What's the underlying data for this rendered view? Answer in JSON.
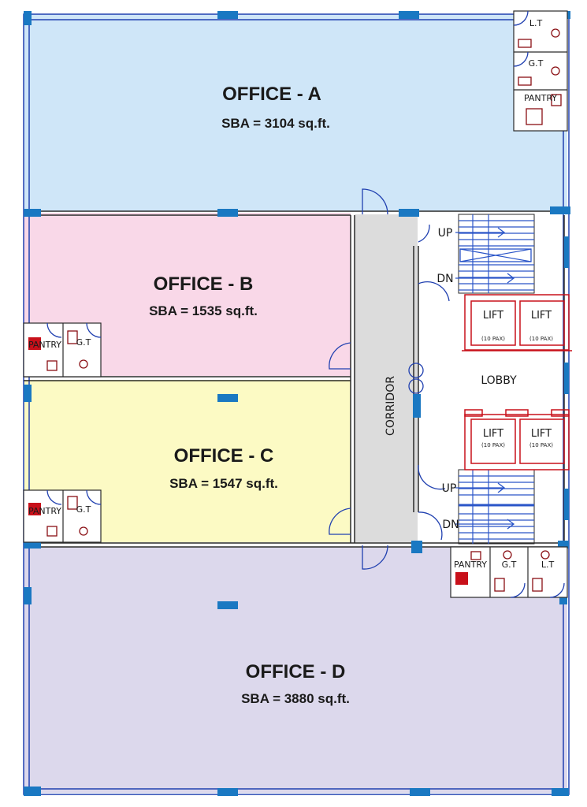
{
  "offices": {
    "a": {
      "name": "OFFICE - A",
      "sba": "SBA = 3104 sq.ft.",
      "color": "#cfe6f8"
    },
    "b": {
      "name": "OFFICE - B",
      "sba": "SBA = 1535 sq.ft.",
      "color": "#f9d8e8"
    },
    "c": {
      "name": "OFFICE - C",
      "sba": "SBA = 1547 sq.ft.",
      "color": "#fcfac4"
    },
    "d": {
      "name": "OFFICE - D",
      "sba": "SBA = 3880 sq.ft.",
      "color": "#dcd8ec"
    }
  },
  "core": {
    "corridor": "CORRIDOR",
    "lobby": "LOBBY",
    "up": "UP",
    "dn": "DN",
    "lift": "LIFT",
    "lift_cap": "(10 PAX)",
    "color": "#dcdcdc"
  },
  "wet": {
    "lt": "L.T",
    "gt": "G.T",
    "pantry": "PANTRY"
  },
  "colors": {
    "column": "#1a78c2",
    "lift": "#c8101a",
    "stair": "#2a55c8"
  }
}
